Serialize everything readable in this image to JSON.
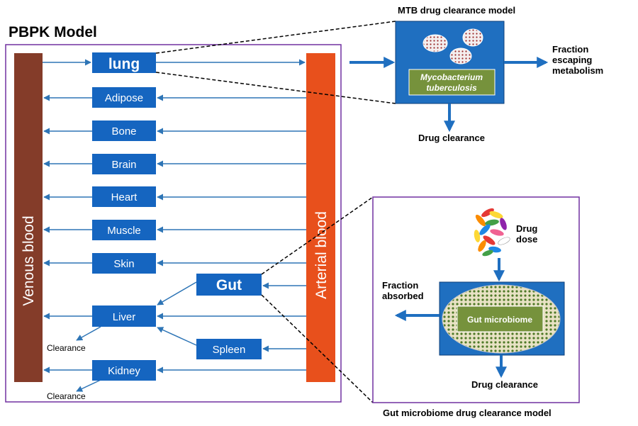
{
  "pbpk": {
    "title": "PBPK Model",
    "venous_label": "Venous blood",
    "arterial_label": "Arterial blood",
    "organs": {
      "lung": "lung",
      "adipose": "Adipose",
      "bone": "Bone",
      "brain": "Brain",
      "heart": "Heart",
      "muscle": "Muscle",
      "skin": "Skin",
      "gut": "Gut",
      "liver": "Liver",
      "spleen": "Spleen",
      "kidney": "Kidney"
    },
    "clearance_liver": "Clearance",
    "clearance_kidney": "Clearance"
  },
  "mtb": {
    "title": "MTB drug clearance model",
    "organism_line1": "Mycobacterium",
    "organism_line2": "tuberculosis",
    "escape_line1": "Fraction",
    "escape_line2": "escaping",
    "escape_line3": "metabolism",
    "clearance": "Drug clearance"
  },
  "gut_model": {
    "title": "Gut microbiome drug clearance model",
    "dose_line1": "Drug",
    "dose_line2": "dose",
    "absorbed_line1": "Fraction",
    "absorbed_line2": "absorbed",
    "microbiome": "Gut microbiome",
    "clearance": "Drug clearance"
  },
  "colors": {
    "organ_box": "#1565c0",
    "arrow": "#2e75b6",
    "venous": "#843c29",
    "arterial": "#e8501c",
    "frame": "#7030a0",
    "olive": "#76923c"
  }
}
